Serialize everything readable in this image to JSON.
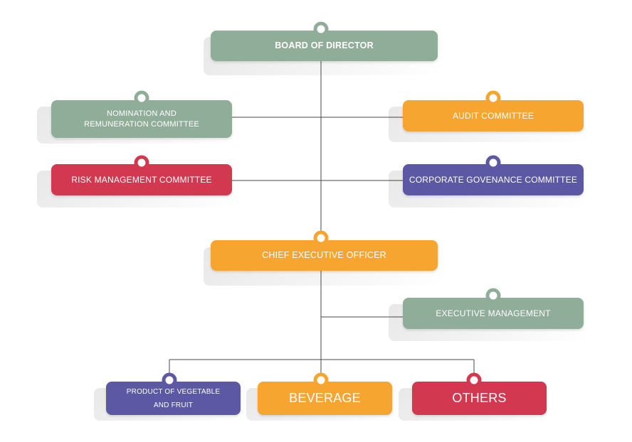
{
  "board": {
    "label": "BOARD OF DIRECTOR",
    "color": "#8fad98"
  },
  "nomination": {
    "line1": "NOMINATION AND",
    "line2": "REMUNERATION COMMITTEE",
    "color": "#8fad98"
  },
  "audit": {
    "label": "AUDIT COMMITTEE",
    "color": "#f6a531"
  },
  "risk": {
    "label": "RISK MANAGEMENT COMMITTEE",
    "color": "#d2384f"
  },
  "governance": {
    "label": "CORPORATE GOVENANCE COMMITTEE",
    "color": "#5c58a4"
  },
  "ceo": {
    "label": "CHIEF EXECUTIVE OFFICER",
    "color": "#f6a531"
  },
  "executive": {
    "label": "EXECUTIVE MANAGEMENT",
    "color": "#8fad98"
  },
  "product": {
    "line1": "PRODUCT OF VEGETABLE",
    "line2": "AND FRUIT",
    "color": "#5c58a4"
  },
  "beverage": {
    "label": "BEVERAGE",
    "color": "#f6a531"
  },
  "others": {
    "label": "OTHERS",
    "color": "#d2384f"
  }
}
